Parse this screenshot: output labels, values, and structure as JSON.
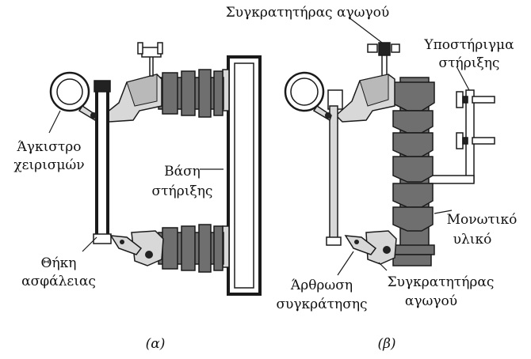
{
  "figure_a": {
    "caption": "(α)",
    "labels": {
      "hook_line1": "Άγκιστρο",
      "hook_line2": "χειρισμών",
      "base_line1": "Βάση",
      "base_line2": "στήριξης",
      "holder_line1": "Θήκη",
      "holder_line2": "ασφάλειας"
    }
  },
  "figure_b": {
    "caption": "(β)",
    "labels": {
      "top_clamp": "Συγκρατητήρας αγωγού",
      "support_line1": "Υποστήριγμα",
      "support_line2": "στήριξης",
      "insulator_line1": "Μονωτικό",
      "insulator_line2": "υλικό",
      "joint_line1": "Άρθρωση",
      "joint_line2": "συγκράτησης",
      "bottom_clamp_line1": "Συγκρατητήρας",
      "bottom_clamp_line2": "αγωγού"
    }
  },
  "colors": {
    "outline": "#1a1a1a",
    "insulator": "#6f6f6f",
    "metal_light": "#d8d8d8",
    "metal_mid": "#b9b9b9",
    "dark_cap": "#222222"
  }
}
